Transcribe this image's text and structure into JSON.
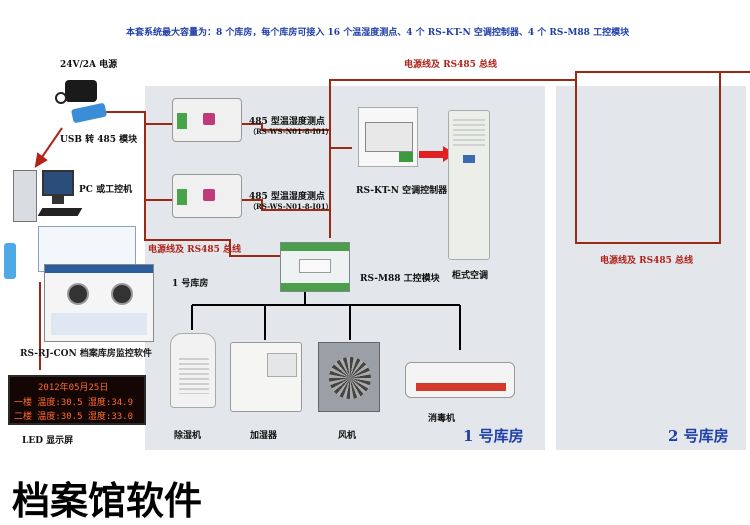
{
  "header": {
    "capacity_note": "本套系统最大容量为：8 个库房，每个库房可接入 16 个温湿度测点、4 个 RS-KT-N 空调控制器、4 个 RS-M88 工控模块"
  },
  "power": {
    "label": "24V/2A 电源"
  },
  "usb": {
    "label": "USB 转 485 模块"
  },
  "pc": {
    "label": "PC 或工控机"
  },
  "software": {
    "label": "RS-RJ-CON 档案库房监控软件"
  },
  "led_display": {
    "label": "LED 显示屏",
    "lines": [
      "2012年05月25日",
      "一楼 温度:30.5 湿度:34.9",
      "二楼 温度:30.5 湿度:33.0"
    ]
  },
  "sensors": [
    {
      "title": "485 型温湿度测点",
      "model": "（RS-WS-N01-8-I01）"
    },
    {
      "title": "485 型温湿度测点",
      "model": "（RS-WS-N01-8-I01）"
    }
  ],
  "ac_controller": {
    "label": "RS-KT-N 空调控制器"
  },
  "cabinet_ac": {
    "label": "柜式空调"
  },
  "bus_labels": {
    "top": "电源线及 RS485 总线",
    "left": "电源线及 RS485 总线",
    "right": "电源线及 RS485 总线"
  },
  "m88": {
    "label": "RS-M88 工控模块"
  },
  "room1": {
    "marker": "1 号库房",
    "title": "1 号库房"
  },
  "room2": {
    "title": "2 号库房"
  },
  "devices": [
    "除湿机",
    "加湿器",
    "风机",
    "消毒机"
  ],
  "footer": {
    "title": "档案馆软件"
  },
  "colors": {
    "bus": "#9a2a14",
    "title_blue": "#1f3fa8",
    "label_red": "#b0241b",
    "room_bg": "#e3e6ea"
  }
}
